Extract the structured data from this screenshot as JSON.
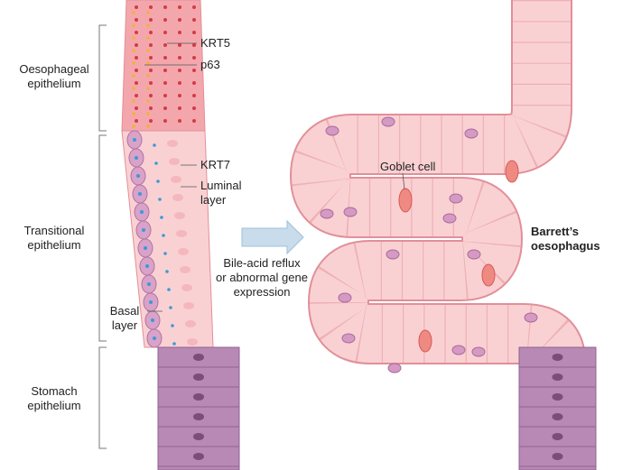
{
  "labels": {
    "oesophageal": [
      "Oesophageal",
      "epithelium"
    ],
    "transitional": [
      "Transitional",
      "epithelium"
    ],
    "stomach": [
      "Stomach",
      "epithelium"
    ],
    "krt5": "KRT5",
    "p63": "p63",
    "krt7": "KRT7",
    "luminal": [
      "Luminal",
      "layer"
    ],
    "basal": [
      "Basal",
      "layer"
    ],
    "arrow_caption": [
      "Bile-acid reflux",
      "or abnormal gene",
      "expression"
    ],
    "goblet": "Goblet cell",
    "barretts": [
      "Barrett’s",
      "oesophagus"
    ]
  },
  "colors": {
    "oesophageal": "#f3a7ad",
    "transitional": "#fad1d3",
    "stomach": "#b889b4",
    "outline": "#e28f99",
    "arrow": "#c9dcec",
    "goblet": "#ef8a82"
  }
}
